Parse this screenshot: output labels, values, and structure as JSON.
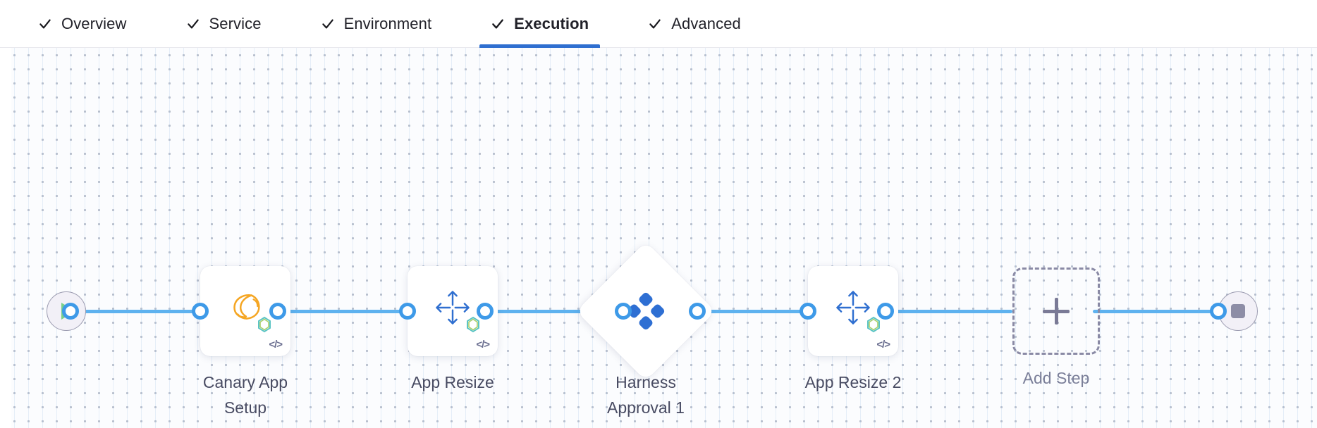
{
  "theme": {
    "accent_blue": "#2f6fd0",
    "edge_blue": "#5eb2ef",
    "port_blue": "#3e9ae8",
    "canvas_bg": "#fbfcfe",
    "label_color": "#484b62",
    "dashed_gray": "#8a8aa5",
    "start_green": "#79d18a",
    "stop_gray": "#8d8da6",
    "canary_orange": "#f5a623",
    "harness_blue": "#2e6fd3"
  },
  "tabs": [
    {
      "label": "Overview",
      "icon": "check-icon",
      "complete": true,
      "active": false
    },
    {
      "label": "Service",
      "icon": "check-icon",
      "complete": true,
      "active": false
    },
    {
      "label": "Environment",
      "icon": "check-icon",
      "complete": true,
      "active": false
    },
    {
      "label": "Execution",
      "icon": "check-icon",
      "complete": true,
      "active": true
    },
    {
      "label": "Advanced",
      "icon": "check-icon",
      "complete": true,
      "active": false
    }
  ],
  "pipeline": {
    "start": {
      "label": "",
      "icon": "play-icon"
    },
    "end": {
      "label": "",
      "icon": "stop-icon"
    },
    "steps": [
      {
        "label": "Canary App\nSetup",
        "icon": "canary-bird-icon",
        "badge": "hexagon-badge",
        "code_badge": "</>",
        "shape": "rounded-square"
      },
      {
        "label": "App Resize",
        "icon": "resize-arrows-icon",
        "badge": "hexagon-badge",
        "code_badge": "</>",
        "shape": "rounded-square"
      },
      {
        "label": "Harness\nApproval 1",
        "icon": "harness-logo-icon",
        "badge": "",
        "code_badge": "",
        "shape": "diamond"
      },
      {
        "label": "App Resize 2",
        "icon": "resize-arrows-icon",
        "badge": "hexagon-badge",
        "code_badge": "</>",
        "shape": "rounded-square"
      }
    ],
    "add_step": {
      "label": "Add Step",
      "icon": "plus-icon"
    }
  }
}
